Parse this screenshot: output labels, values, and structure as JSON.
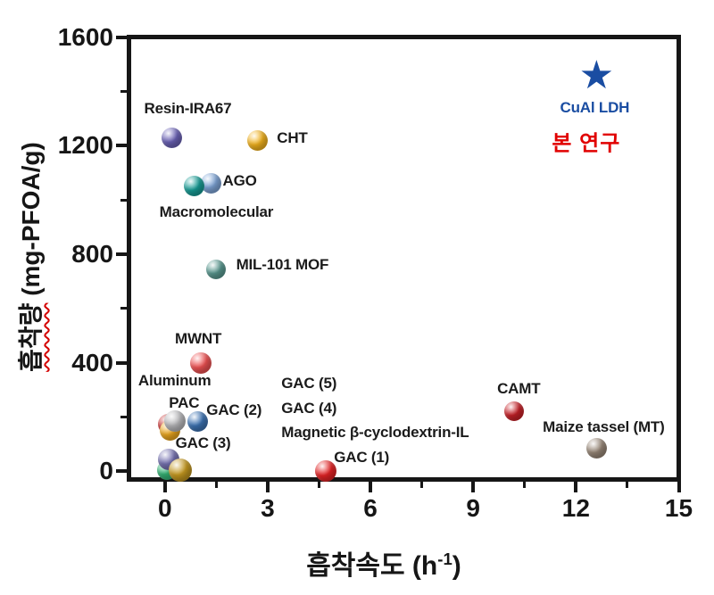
{
  "chart_data": {
    "type": "scatter",
    "title": "",
    "xlabel": {
      "pre": "흡착속도 (h",
      "sup": "-1",
      "post": ")"
    },
    "ylabel": {
      "korean": "흡착량",
      "unit": " (mg-PFOA/g)"
    },
    "xlim": [
      -1.05,
      15
    ],
    "ylim": [
      -30,
      1600
    ],
    "x_ticks": [
      0,
      3,
      6,
      9,
      12,
      15
    ],
    "x_minor_ticks": [
      1.5,
      4.5,
      7.5,
      10.5,
      13.5
    ],
    "y_ticks": [
      0,
      400,
      800,
      1200,
      1600
    ],
    "y_minor_ticks": [
      200,
      600,
      1000,
      1400
    ],
    "grid": false,
    "axis_color": "#161616",
    "label_color": "#1b1b1b",
    "points": [
      {
        "name": "Resin-IRA67",
        "x": 0.2,
        "y": 1230,
        "marker": "sphere",
        "color": "#6c63b8",
        "d": 23,
        "label": {
          "text": "Resin-IRA67",
          "dx": 18,
          "dy": -32
        }
      },
      {
        "name": "CHT",
        "x": 2.7,
        "y": 1220,
        "marker": "sphere",
        "color": "#f5b41d",
        "d": 23,
        "label": {
          "text": "CHT",
          "dx": 39,
          "dy": -2
        }
      },
      {
        "name": "AGO",
        "x": 1.35,
        "y": 1060,
        "marker": "sphere",
        "color": "#7fa6d9",
        "d": 23,
        "label": {
          "text": "AGO",
          "dx": 32,
          "dy": -3
        }
      },
      {
        "name": "Macromolecular",
        "x": 0.85,
        "y": 1050,
        "marker": "sphere",
        "color": "#179e97",
        "d": 23,
        "label": {
          "text": "Macromolecular",
          "dx": 25,
          "dy": 29
        }
      },
      {
        "name": "MIL-101 MOF",
        "x": 1.5,
        "y": 745,
        "marker": "sphere",
        "color": "#5a9b92",
        "d": 22,
        "label": {
          "text": "MIL-101 MOF",
          "dx": 74,
          "dy": -5
        }
      },
      {
        "name": "MWNT",
        "x": 1.05,
        "y": 400,
        "marker": "sphere",
        "color": "#f05253",
        "d": 24,
        "label": {
          "text": "MWNT",
          "dx": -3,
          "dy": -27
        }
      },
      {
        "name": "Aluminum",
        "x": 0.1,
        "y": 175,
        "marker": "sphere",
        "color": "#c93434",
        "d": 23,
        "label": {
          "text": "Aluminum",
          "dx": 7,
          "dy": -48
        }
      },
      {
        "name": "GAC (3)",
        "x": 0.15,
        "y": 150,
        "marker": "sphere",
        "color": "#eda81f",
        "d": 23,
        "label": {
          "text": "GAC (3)",
          "dx": 37,
          "dy": 14
        }
      },
      {
        "name": "PAC",
        "x": 0.3,
        "y": 185,
        "marker": "sphere",
        "color": "#b9b9bc",
        "d": 24,
        "label": {
          "text": "PAC",
          "dx": 10,
          "dy": -20
        }
      },
      {
        "name": "GAC (2)",
        "x": 0.95,
        "y": 185,
        "marker": "sphere",
        "color": "#3d74b5",
        "d": 23,
        "label": {
          "text": "GAC (2)",
          "dx": 41,
          "dy": -12
        }
      },
      {
        "name": "unlabeled-green",
        "x": 0.05,
        "y": 5,
        "marker": "sphere",
        "color": "#35b877",
        "d": 22,
        "label": null
      },
      {
        "name": "unlabeled-purple",
        "x": 0.1,
        "y": 45,
        "marker": "sphere",
        "color": "#7672b2",
        "d": 24,
        "label": null
      },
      {
        "name": "unlabeled-gold",
        "x": 0.45,
        "y": 5,
        "marker": "sphere",
        "color": "#c3971f",
        "d": 26,
        "label": null
      },
      {
        "name": "GAC (1)",
        "x": 4.7,
        "y": 0,
        "marker": "sphere",
        "color": "#e62426",
        "d": 24,
        "label": {
          "text": "GAC (1)",
          "dx": 40,
          "dy": -15
        }
      },
      {
        "name": "CAMT",
        "x": 10.2,
        "y": 220,
        "marker": "sphere",
        "color": "#ca2128",
        "d": 22,
        "label": {
          "text": "CAMT",
          "dx": 5,
          "dy": -25
        }
      },
      {
        "name": "Maize tassel (MT)",
        "x": 12.6,
        "y": 85,
        "marker": "sphere",
        "color": "#998878",
        "d": 23,
        "label": {
          "text": "Maize tassel (MT)",
          "dx": 8,
          "dy": -24
        }
      },
      {
        "name": "CuAl LDH",
        "x": 12.6,
        "y": 1450,
        "marker": "star",
        "color": "#1a4da2",
        "d": 44,
        "label": {
          "text": "CuAl LDH",
          "dx": -2,
          "dy": 34,
          "color": "#1a4da2"
        }
      }
    ],
    "floating_labels": [
      {
        "text": "GAC (5)",
        "x": 3.4,
        "y": 322
      },
      {
        "text": "GAC (4)",
        "x": 3.4,
        "y": 230
      },
      {
        "text": "Magnetic β-cyclodextrin-IL",
        "x": 3.4,
        "y": 141
      }
    ],
    "study_annotation": {
      "text": "본 연구",
      "x": 12.3,
      "y": 1218,
      "color": "#e10000"
    },
    "star_glyph": "★"
  }
}
